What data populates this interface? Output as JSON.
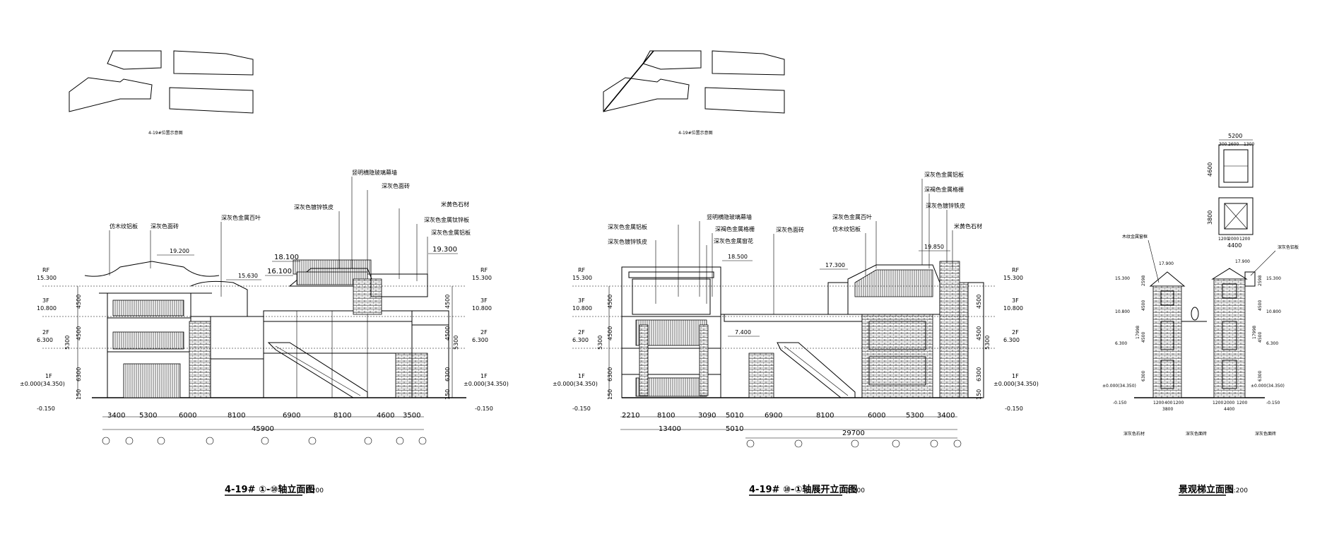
{
  "drawing1": {
    "title": "4-19# ①-⑩轴立面图",
    "scale": "1:200",
    "keyplan_caption": "4-19#位置示意图",
    "levels_left": [
      {
        "name": "RF",
        "elev": "15.300"
      },
      {
        "name": "3F",
        "elev": "10.800"
      },
      {
        "name": "2F",
        "elev": "6.300"
      },
      {
        "name": "1F",
        "elev": "±0.000(34.350)"
      }
    ],
    "levels_right": [
      {
        "name": "RF",
        "elev": "15.300"
      },
      {
        "name": "3F",
        "elev": "10.800"
      },
      {
        "name": "2F",
        "elev": "6.300"
      },
      {
        "name": "1F",
        "elev": "±0.000(34.350)"
      }
    ],
    "ground_left": "-0.150",
    "ground_right": "-0.150",
    "vertical_dims_left": [
      "4500",
      "4500",
      "6300",
      "150"
    ],
    "vertical_dims_right": [
      "4500",
      "4500",
      "6300",
      "150"
    ],
    "extra_vertical_right": "5300",
    "extra_vertical_left": "5300",
    "spot_elevs": [
      "19.200",
      "15.630",
      "18.100",
      "16.100",
      "19.300"
    ],
    "materials": [
      "仿木纹铝板",
      "深灰色面砖",
      "深灰色金属百叶",
      "深灰色镀锌铁皮",
      "竖明横隐玻璃幕墙",
      "深灰色面砖",
      "米黄色石材",
      "深灰色金属钛锌板",
      "深灰色金属铝板"
    ],
    "horizontal_dims": [
      "3400",
      "5300",
      "6000",
      "8100",
      "6900",
      "8100",
      "4600",
      "3500"
    ],
    "total": "45900"
  },
  "drawing2": {
    "title": "4-19# ⑩-①轴展开立面图",
    "scale": "1:200",
    "keyplan_caption": "4-19#位置示意图",
    "levels_left": [
      {
        "name": "RF",
        "elev": "15.300"
      },
      {
        "name": "3F",
        "elev": "10.800"
      },
      {
        "name": "2F",
        "elev": "6.300"
      },
      {
        "name": "1F",
        "elev": "±0.000(34.350)"
      }
    ],
    "levels_right": [
      {
        "name": "RF",
        "elev": "15.300"
      },
      {
        "name": "3F",
        "elev": "10.800"
      },
      {
        "name": "2F",
        "elev": "6.300"
      },
      {
        "name": "1F",
        "elev": "±0.000(34.350)"
      }
    ],
    "ground_left": "-0.150",
    "ground_right": "-0.150",
    "vertical_dims_left": [
      "4500",
      "4500",
      "6300",
      "150"
    ],
    "vertical_dims_right": [
      "4500",
      "4500",
      "6300",
      "150"
    ],
    "extra_vertical_right": "5300",
    "extra_vertical_left": "5300",
    "spot_elevs": [
      "18.500",
      "17.300",
      "19.850",
      "7.400"
    ],
    "materials_left": [
      "深灰色金属铝板",
      "深灰色镀锌铁皮",
      "竖明横隐玻璃幕墙",
      "深褐色金属格栅",
      "深灰色金属窗花",
      "深灰色面砖"
    ],
    "materials_right": [
      "深灰色金属百叶",
      "仿木纹铝板",
      "深灰色金属铝板",
      "深褐色金属格栅",
      "深灰色镀锌铁皮",
      "米黄色石材"
    ],
    "horizontal_dims": [
      "2210",
      "8100",
      "3090",
      "5010",
      "6900",
      "8100",
      "6000",
      "5300",
      "3400"
    ],
    "sub_dims": [
      "13400",
      "5010",
      "29700"
    ]
  },
  "drawing3": {
    "title": "景观梯立面图",
    "scale": "1:200",
    "plan_dims": [
      "5200",
      "300",
      "2600",
      "1300",
      "4400",
      "1200",
      "2000",
      "1200"
    ],
    "plan_side_dims": [
      "4600",
      "3800"
    ],
    "materials": [
      "木纹金属窗框",
      "深灰色铝板",
      "深灰色石材",
      "深灰色面砖",
      "深灰色面砖"
    ],
    "spot_elevs": [
      "17.900",
      "17.900"
    ],
    "levels": [
      {
        "elev": "15.300"
      },
      {
        "elev": "10.800"
      },
      {
        "elev": "6.300"
      },
      {
        "elev": "±0.000(34.350)"
      }
    ],
    "ground": "-0.150",
    "vert_dims": [
      "2598",
      "4500",
      "17998",
      "4500",
      "6300"
    ],
    "bottom_dims_left": [
      "1200",
      "400",
      "1200",
      "3800"
    ],
    "bottom_dims_right": [
      "1200",
      "2000",
      "1200",
      "4400"
    ]
  }
}
